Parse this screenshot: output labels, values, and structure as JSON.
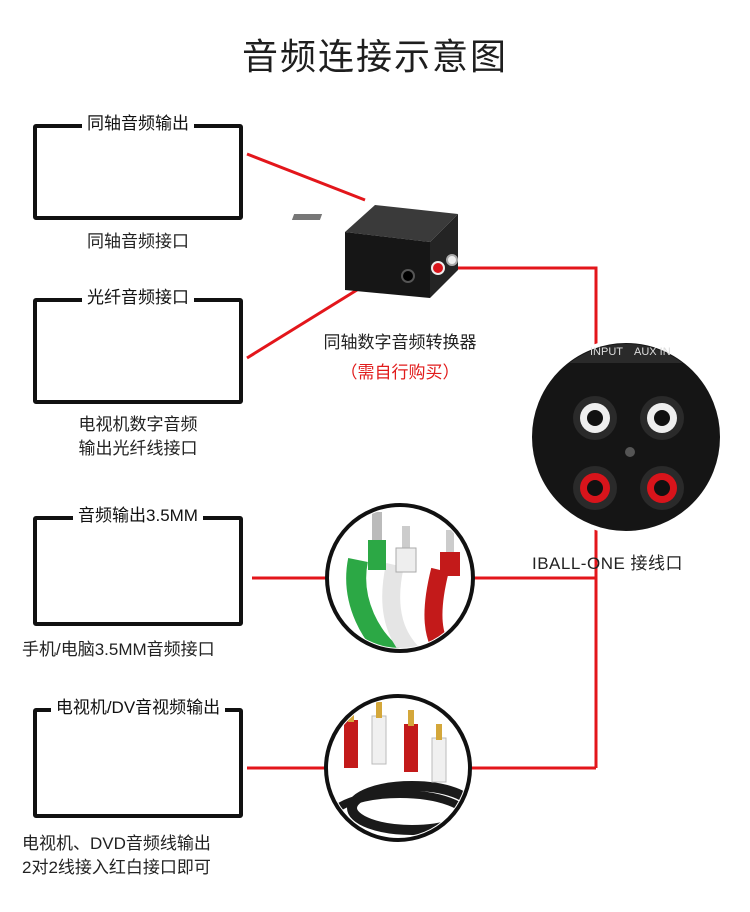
{
  "title": "音频连接示意图",
  "coaxial_output": {
    "label": "同轴音频输出",
    "caption": "同轴音频接口"
  },
  "optical_output": {
    "label": "光纤音频接口",
    "caption": "电视机数字音频\n输出光纤线接口"
  },
  "converter": {
    "label": "同轴数字音频转换器",
    "note": "（需自行购买）"
  },
  "jack35": {
    "label": "音频输出3.5MM",
    "caption": "手机/电脑3.5MM音频接口"
  },
  "av_output": {
    "label": "电视机/DV音视频输出",
    "caption": "电视机、DVD音频线输出\n2对2线接入红白接口即可"
  },
  "speaker_input": {
    "caption": "IBALL-ONE 接线口",
    "panel_labels": [
      "INPUT",
      "AUX IN"
    ]
  },
  "colors": {
    "line": "#e3161b",
    "rca_red": "#d8141b",
    "rca_white": "#f2f2f2",
    "rca_yellow": "#f4c20d",
    "coax_orange": "#f6a41a",
    "jack_green": "#2ca845"
  }
}
